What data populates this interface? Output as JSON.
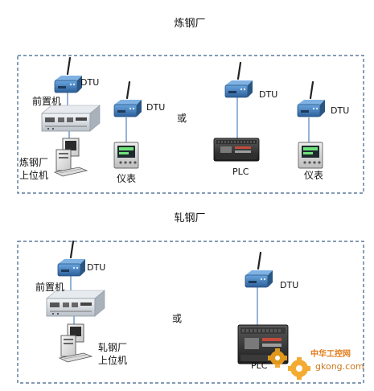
{
  "section1": {
    "title": "炼钢厂",
    "dtu_labels": [
      "DTU",
      "DTU",
      "DTU",
      "DTU"
    ],
    "front_computer_label": "前置机",
    "host_label_line1": "炼钢厂",
    "host_label_line2": "上位机",
    "meter_label_1": "仪表",
    "or_label": "或",
    "plc_label": "PLC",
    "meter_label_2": "仪表"
  },
  "section2": {
    "title": "轧钢厂",
    "dtu_labels": [
      "DTU",
      "DTU"
    ],
    "front_computer_label": "前置机",
    "host_label_line1": "轧钢厂",
    "host_label_line2": "上位机",
    "or_label": "或",
    "plc_label": "PLC"
  },
  "watermark": {
    "line1": "中华工控网",
    "line2": "gkong.com"
  },
  "colors": {
    "border": "#3a5f86",
    "link": "#5b8bc4",
    "dtu_body": "#3f7fc0",
    "watermark_gear": "#f3a21c",
    "watermark_text": "#e27b1a"
  }
}
